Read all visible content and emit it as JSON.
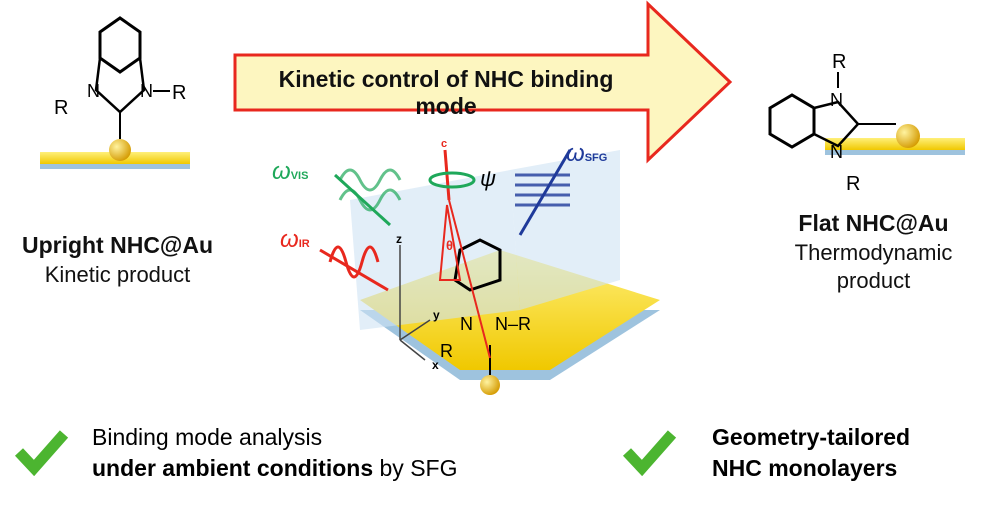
{
  "arrow": {
    "label": "Kinetic control of NHC binding mode",
    "fill": "#fdf6c0",
    "stroke": "#e8281e"
  },
  "left": {
    "title": "Upright NHC@Au",
    "subtitle": "Kinetic product"
  },
  "right": {
    "title": "Flat NHC@Au",
    "subtitle_line1": "Thermodynamic",
    "subtitle_line2": "product"
  },
  "center": {
    "omega_vis": "ω",
    "vis_sub": "VIS",
    "omega_ir": "ω",
    "ir_sub": "IR",
    "omega_sfg": "ω",
    "sfg_sub": "SFG",
    "axis_c": "c",
    "psi": "ψ",
    "theta": "θ",
    "axis_x": "x",
    "axis_y": "y",
    "axis_z": "z"
  },
  "chem": {
    "N": "N",
    "R": "R",
    "NR": "N–R"
  },
  "bottom_left": {
    "line1": "Binding mode analysis",
    "line2_bold": "under ambient conditions",
    "line2_rest": " by SFG"
  },
  "bottom_right": {
    "line1": "Geometry-tailored",
    "line2": "NHC monolayers"
  },
  "colors": {
    "gold": "#f2d21a",
    "check": "#4cb530",
    "green": "#1fa85a",
    "red": "#e8281e",
    "blue": "#1f3a9a"
  }
}
